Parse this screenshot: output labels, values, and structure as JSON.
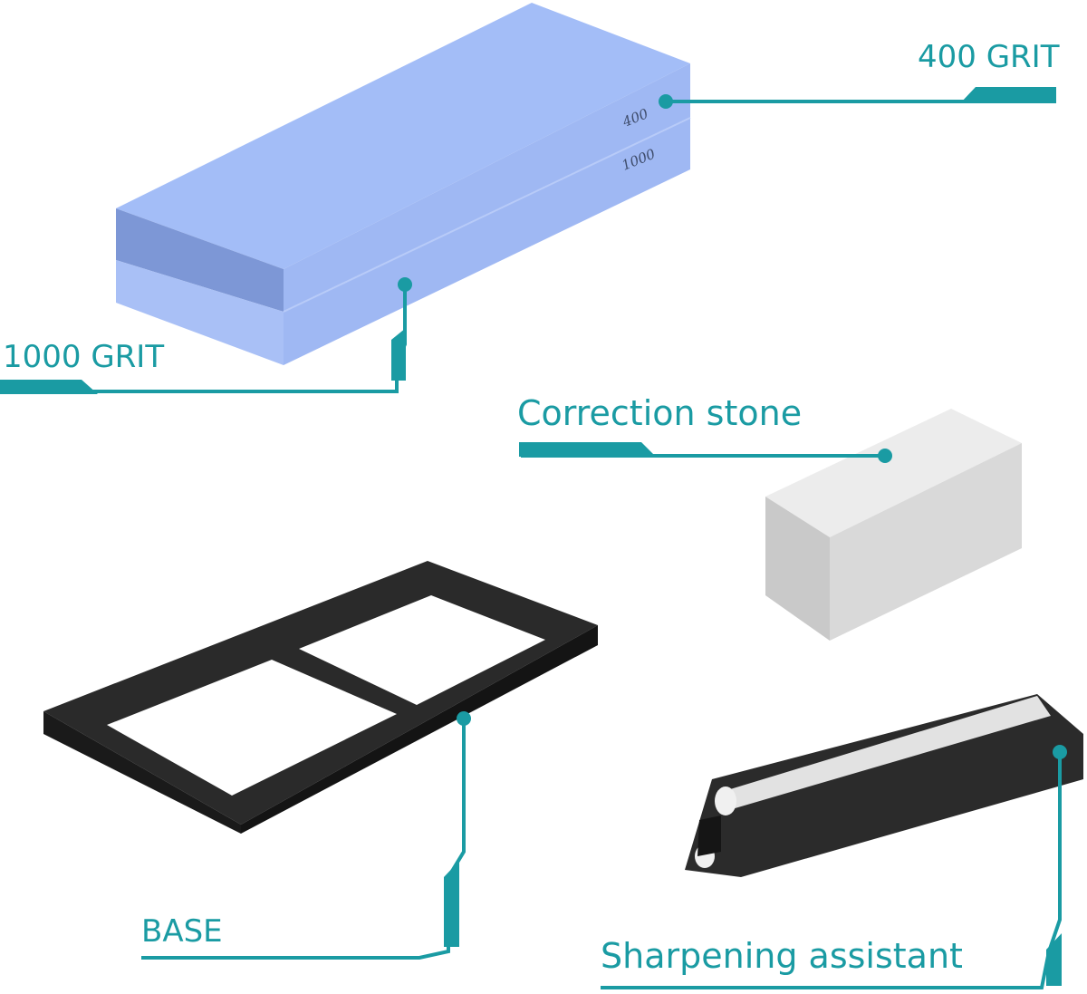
{
  "colors": {
    "accent": "#1a9ba3",
    "stone_top": "#a3bdf7",
    "stone_front_upper": "#7d97d6",
    "stone_front_lower": "#a9c0f6",
    "stone_right": "#9fb8f3",
    "correction_stone": "#d9d9d9",
    "base_frame": "#2a2a2a",
    "sharpener_body": "#2b2b2b",
    "sharpener_rod": "#e2e2e2"
  },
  "labels": {
    "grit_400": "400 GRIT",
    "grit_1000": "1000 GRIT",
    "correction_stone": "Correction stone",
    "base": "BASE",
    "sharpening_assistant": "Sharpening assistant"
  },
  "stone_markings": {
    "upper": "400",
    "lower": "1000"
  },
  "icons": {
    "callout_dot": "filled-circle-icon"
  }
}
